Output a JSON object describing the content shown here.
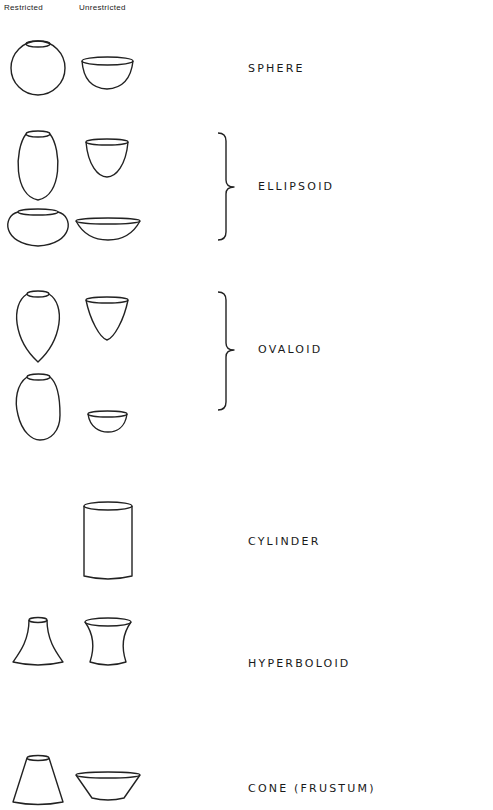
{
  "diagram": {
    "labels": [
      "Restricted",
      "Unrestricted",
      "SPHERE",
      "ELLIPSOID",
      "OVALOID",
      "CYLINDER",
      "HYPERBOLOID",
      "CONE (FRUSTUM)"
    ]
  }
}
